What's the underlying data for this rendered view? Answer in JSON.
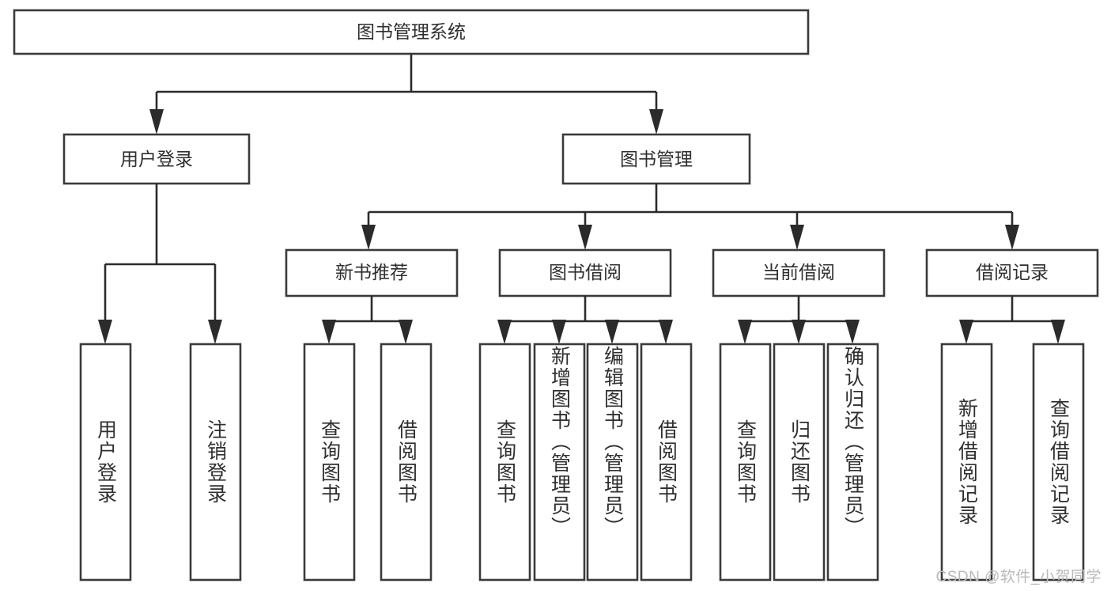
{
  "diagram": {
    "type": "tree",
    "title": "图书管理系统",
    "root": {
      "label": "图书管理系统"
    },
    "level2": [
      {
        "label": "用户登录"
      },
      {
        "label": "图书管理"
      }
    ],
    "level3": [
      {
        "label": "新书推荐"
      },
      {
        "label": "图书借阅"
      },
      {
        "label": "当前借阅"
      },
      {
        "label": "借阅记录"
      }
    ],
    "leaves": {
      "user_login": [
        {
          "label": "用户登录"
        },
        {
          "label": "注销登录"
        }
      ],
      "new_book_recommend": [
        {
          "label": "查询图书"
        },
        {
          "label": "借阅图书"
        }
      ],
      "book_borrow": [
        {
          "label": "查询图书"
        },
        {
          "label": "新增图书（管理员）"
        },
        {
          "label": "编辑图书（管理员）"
        },
        {
          "label": "借阅图书"
        }
      ],
      "current_borrow": [
        {
          "label": "查询图书"
        },
        {
          "label": "归还图书"
        },
        {
          "label": "确认归还（管理员）"
        }
      ],
      "borrow_record": [
        {
          "label": "新增借阅记录"
        },
        {
          "label": "查询借阅记录"
        }
      ]
    }
  },
  "watermark": {
    "text": "CSDN @软件_小贺同学"
  },
  "colors": {
    "box_stroke": "#3a3a3a",
    "connector": "#2b2b2b",
    "text": "#2f2f2f",
    "background": "#ffffff",
    "watermark": "#b9b9b9"
  }
}
